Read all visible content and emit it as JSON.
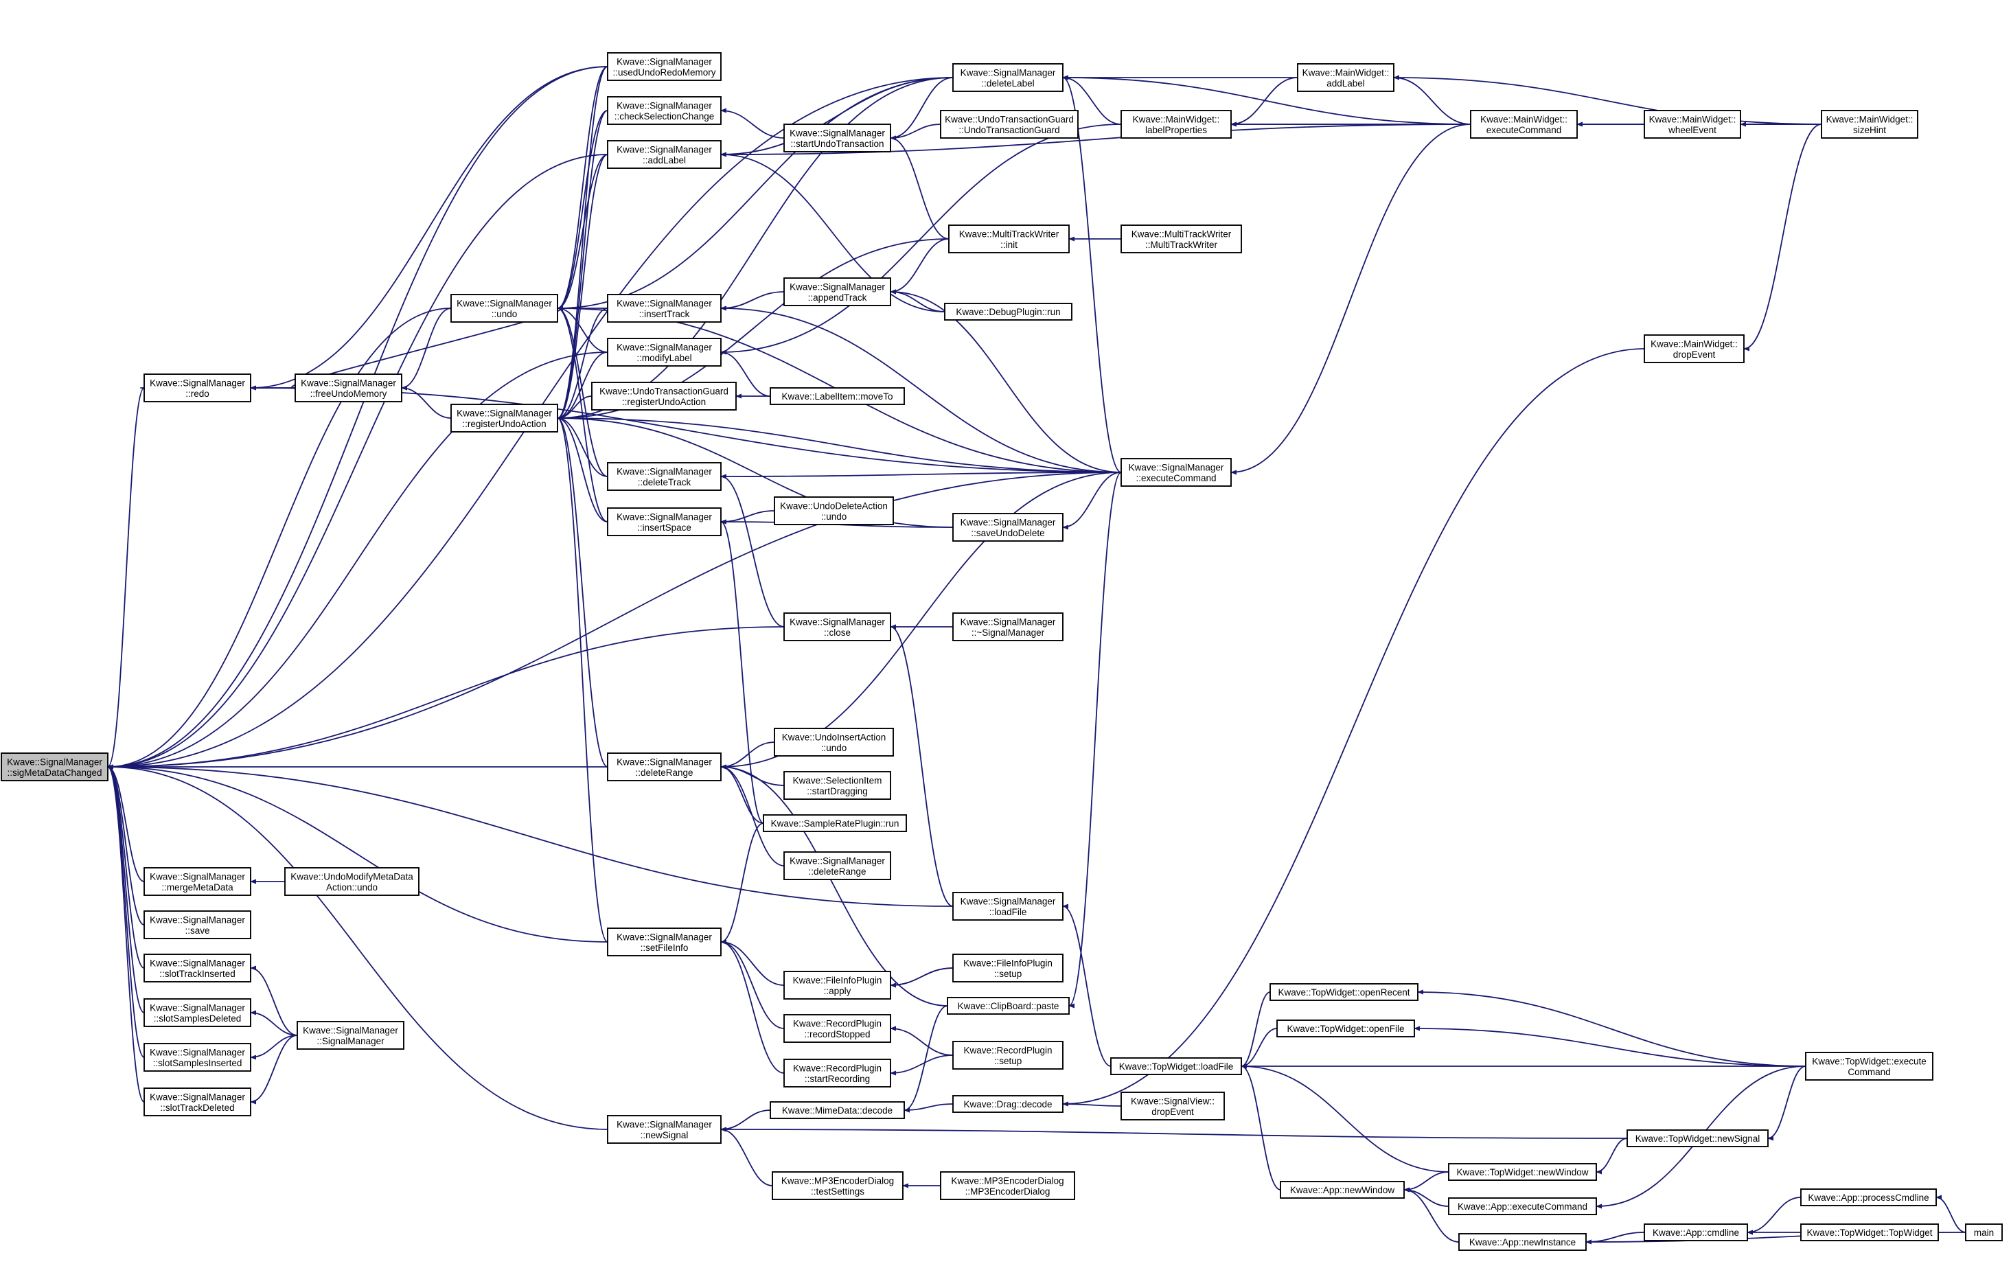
{
  "diagram_type": "doxygen caller graph",
  "root_node": "sigMetaDataChanged",
  "colors": {
    "edge": "#191970",
    "node_border": "#000000",
    "root_fill": "#bfbfbf"
  },
  "nodes": {
    "sigMetaDataChanged": [
      "Kwave::SignalManager",
      "::sigMetaDataChanged"
    ],
    "redo": [
      "Kwave::SignalManager",
      "::redo"
    ],
    "mergeMetaData": [
      "Kwave::SignalManager",
      "::mergeMetaData"
    ],
    "save": [
      "Kwave::SignalManager",
      "::save"
    ],
    "slotTrackInserted": [
      "Kwave::SignalManager",
      "::slotTrackInserted"
    ],
    "slotSamplesDeleted": [
      "Kwave::SignalManager",
      "::slotSamplesDeleted"
    ],
    "slotSamplesInserted": [
      "Kwave::SignalManager",
      "::slotSamplesInserted"
    ],
    "slotTrackDeleted": [
      "Kwave::SignalManager",
      "::slotTrackDeleted"
    ],
    "freeUndoMemory": [
      "Kwave::SignalManager",
      "::freeUndoMemory"
    ],
    "undoModifyMetaData": [
      "Kwave::UndoModifyMetaData",
      "Action::undo"
    ],
    "smCtor": [
      "Kwave::SignalManager",
      "::SignalManager"
    ],
    "undo": [
      "Kwave::SignalManager",
      "::undo"
    ],
    "registerUndoAction": [
      "Kwave::SignalManager",
      "::registerUndoAction"
    ],
    "usedUndoRedoMemory": [
      "Kwave::SignalManager",
      "::usedUndoRedoMemory"
    ],
    "checkSelectionChange": [
      "Kwave::SignalManager",
      "::checkSelectionChange"
    ],
    "addLabel": [
      "Kwave::SignalManager",
      "::addLabel"
    ],
    "insertTrack": [
      "Kwave::SignalManager",
      "::insertTrack"
    ],
    "modifyLabel": [
      "Kwave::SignalManager",
      "::modifyLabel"
    ],
    "utgRegister": [
      "Kwave::UndoTransactionGuard",
      "::registerUndoAction"
    ],
    "deleteTrack": [
      "Kwave::SignalManager",
      "::deleteTrack"
    ],
    "insertSpace": [
      "Kwave::SignalManager",
      "::insertSpace"
    ],
    "deleteRange": [
      "Kwave::SignalManager",
      "::deleteRange"
    ],
    "setFileInfo": [
      "Kwave::SignalManager",
      "::setFileInfo"
    ],
    "newSignal": [
      "Kwave::SignalManager",
      "::newSignal"
    ],
    "startUndoTransaction": [
      "Kwave::SignalManager",
      "::startUndoTransaction"
    ],
    "appendTrack": [
      "Kwave::SignalManager",
      "::appendTrack"
    ],
    "labelItemMoveTo": [
      "Kwave::LabelItem::moveTo"
    ],
    "undoDeleteUndo": [
      "Kwave::UndoDeleteAction",
      "::undo"
    ],
    "close": [
      "Kwave::SignalManager",
      "::close"
    ],
    "undoInsertUndo": [
      "Kwave::UndoInsertAction",
      "::undo"
    ],
    "selStartDragging": [
      "Kwave::SelectionItem",
      "::startDragging"
    ],
    "sampleRateRun": [
      "Kwave::SampleRatePlugin::run"
    ],
    "pluginDeleteRange": [
      "Kwave::SignalManager",
      "::deleteRange"
    ],
    "fileInfoApply": [
      "Kwave::FileInfoPlugin",
      "::apply"
    ],
    "recordStopped": [
      "Kwave::RecordPlugin",
      "::recordStopped"
    ],
    "startRecording": [
      "Kwave::RecordPlugin",
      "::startRecording"
    ],
    "mimeDecode": [
      "Kwave::MimeData::decode"
    ],
    "mp3Test": [
      "Kwave::MP3EncoderDialog",
      "::testSettings"
    ],
    "deleteLabel": [
      "Kwave::SignalManager",
      "::deleteLabel"
    ],
    "utgCtor": [
      "Kwave::UndoTransactionGuard",
      "::UndoTransactionGuard"
    ],
    "mtwInit": [
      "Kwave::MultiTrackWriter",
      "::init"
    ],
    "debugRun": [
      "Kwave::DebugPlugin::run"
    ],
    "saveUndoDelete": [
      "Kwave::SignalManager",
      "::saveUndoDelete"
    ],
    "smDtor": [
      "Kwave::SignalManager",
      "::~SignalManager"
    ],
    "loadFile": [
      "Kwave::SignalManager",
      "::loadFile"
    ],
    "fileInfoSetup": [
      "Kwave::FileInfoPlugin",
      "::setup"
    ],
    "clipPaste": [
      "Kwave::ClipBoard::paste"
    ],
    "recordSetup": [
      "Kwave::RecordPlugin",
      "::setup"
    ],
    "dragDecode": [
      "Kwave::Drag::decode"
    ],
    "mp3Ctor": [
      "Kwave::MP3EncoderDialog",
      "::MP3EncoderDialog"
    ],
    "labelProperties": [
      "Kwave::MainWidget::",
      "labelProperties"
    ],
    "mtwCtor": [
      "Kwave::MultiTrackWriter",
      "::MultiTrackWriter"
    ],
    "smExecute": [
      "Kwave::SignalManager",
      "::executeCommand"
    ],
    "twLoadFile": [
      "Kwave::TopWidget::loadFile"
    ],
    "svDropEvent": [
      "Kwave::SignalView::",
      "dropEvent"
    ],
    "mwAddLabel": [
      "Kwave::MainWidget::",
      "addLabel"
    ],
    "mwExecute": [
      "Kwave::MainWidget::",
      "executeCommand"
    ],
    "twOpenRecent": [
      "Kwave::TopWidget::openRecent"
    ],
    "twOpenFile": [
      "Kwave::TopWidget::openFile"
    ],
    "appNewWindow": [
      "Kwave::App::newWindow"
    ],
    "twNewWindow": [
      "Kwave::TopWidget::newWindow"
    ],
    "appExecute": [
      "Kwave::App::executeCommand"
    ],
    "appNewInstance": [
      "Kwave::App::newInstance"
    ],
    "mwWheel": [
      "Kwave::MainWidget::",
      "wheelEvent"
    ],
    "mwDropEvent": [
      "Kwave::MainWidget::",
      "dropEvent"
    ],
    "twNewSignal": [
      "Kwave::TopWidget::newSignal"
    ],
    "appCmdline": [
      "Kwave::App::cmdline"
    ],
    "mwSizeHint": [
      "Kwave::MainWidget::",
      "sizeHint"
    ],
    "twExecute": [
      "Kwave::TopWidget::execute",
      "Command"
    ],
    "appProcessCmdline": [
      "Kwave::App::processCmdline"
    ],
    "twCtor": [
      "Kwave::TopWidget::TopWidget"
    ],
    "main": [
      "main"
    ]
  },
  "edges": [
    [
      "redo",
      "sigMetaDataChanged"
    ],
    [
      "mergeMetaData",
      "sigMetaDataChanged"
    ],
    [
      "save",
      "sigMetaDataChanged"
    ],
    [
      "slotTrackInserted",
      "sigMetaDataChanged"
    ],
    [
      "slotSamplesDeleted",
      "sigMetaDataChanged"
    ],
    [
      "slotSamplesInserted",
      "sigMetaDataChanged"
    ],
    [
      "slotTrackDeleted",
      "sigMetaDataChanged"
    ],
    [
      "undo",
      "sigMetaDataChanged"
    ],
    [
      "usedUndoRedoMemory",
      "sigMetaDataChanged"
    ],
    [
      "addLabel",
      "sigMetaDataChanged"
    ],
    [
      "modifyLabel",
      "sigMetaDataChanged"
    ],
    [
      "deleteRange",
      "sigMetaDataChanged"
    ],
    [
      "setFileInfo",
      "sigMetaDataChanged"
    ],
    [
      "newSignal",
      "sigMetaDataChanged"
    ],
    [
      "deleteLabel",
      "sigMetaDataChanged"
    ],
    [
      "close",
      "sigMetaDataChanged"
    ],
    [
      "loadFile",
      "sigMetaDataChanged"
    ],
    [
      "smExecute",
      "sigMetaDataChanged"
    ],
    [
      "freeUndoMemory",
      "redo"
    ],
    [
      "usedUndoRedoMemory",
      "redo"
    ],
    [
      "smExecute",
      "redo"
    ],
    [
      "redo",
      "freeUndoMemory"
    ],
    [
      "undo",
      "freeUndoMemory"
    ],
    [
      "registerUndoAction",
      "freeUndoMemory"
    ],
    [
      "undoModifyMetaData",
      "mergeMetaData"
    ],
    [
      "smCtor",
      "slotTrackInserted"
    ],
    [
      "smCtor",
      "slotSamplesDeleted"
    ],
    [
      "smCtor",
      "slotSamplesInserted"
    ],
    [
      "smCtor",
      "slotTrackDeleted"
    ],
    [
      "freeUndoMemory",
      "undo"
    ],
    [
      "smExecute",
      "undo"
    ],
    [
      "usedUndoRedoMemory",
      "undo"
    ],
    [
      "checkSelectionChange",
      "undo"
    ],
    [
      "addLabel",
      "undo"
    ],
    [
      "insertTrack",
      "undo"
    ],
    [
      "modifyLabel",
      "undo"
    ],
    [
      "deleteTrack",
      "undo"
    ],
    [
      "insertSpace",
      "undo"
    ],
    [
      "deleteLabel",
      "undo"
    ],
    [
      "usedUndoRedoMemory",
      "registerUndoAction"
    ],
    [
      "checkSelectionChange",
      "registerUndoAction"
    ],
    [
      "addLabel",
      "registerUndoAction"
    ],
    [
      "insertTrack",
      "registerUndoAction"
    ],
    [
      "modifyLabel",
      "registerUndoAction"
    ],
    [
      "utgRegister",
      "registerUndoAction"
    ],
    [
      "deleteTrack",
      "registerUndoAction"
    ],
    [
      "insertSpace",
      "registerUndoAction"
    ],
    [
      "deleteRange",
      "registerUndoAction"
    ],
    [
      "setFileInfo",
      "registerUndoAction"
    ],
    [
      "deleteLabel",
      "registerUndoAction"
    ],
    [
      "mtwInit",
      "registerUndoAction"
    ],
    [
      "saveUndoDelete",
      "registerUndoAction"
    ],
    [
      "smExecute",
      "registerUndoAction"
    ],
    [
      "startUndoTransaction",
      "checkSelectionChange"
    ],
    [
      "deleteLabel",
      "addLabel"
    ],
    [
      "mwExecute",
      "addLabel"
    ],
    [
      "debugRun",
      "addLabel"
    ],
    [
      "appendTrack",
      "insertTrack"
    ],
    [
      "smExecute",
      "insertTrack"
    ],
    [
      "labelItemMoveTo",
      "modifyLabel"
    ],
    [
      "labelProperties",
      "modifyLabel"
    ],
    [
      "labelItemMoveTo",
      "utgRegister"
    ],
    [
      "smExecute",
      "deleteTrack"
    ],
    [
      "close",
      "deleteTrack"
    ],
    [
      "undoDeleteUndo",
      "insertSpace"
    ],
    [
      "saveUndoDelete",
      "insertSpace"
    ],
    [
      "sampleRateRun",
      "insertSpace"
    ],
    [
      "undoInsertUndo",
      "deleteRange"
    ],
    [
      "selStartDragging",
      "deleteRange"
    ],
    [
      "sampleRateRun",
      "deleteRange"
    ],
    [
      "pluginDeleteRange",
      "deleteRange"
    ],
    [
      "clipPaste",
      "deleteRange"
    ],
    [
      "smExecute",
      "deleteRange"
    ],
    [
      "fileInfoApply",
      "setFileInfo"
    ],
    [
      "recordStopped",
      "setFileInfo"
    ],
    [
      "startRecording",
      "setFileInfo"
    ],
    [
      "sampleRateRun",
      "setFileInfo"
    ],
    [
      "mimeDecode",
      "newSignal"
    ],
    [
      "mp3Test",
      "newSignal"
    ],
    [
      "twNewSignal",
      "newSignal"
    ],
    [
      "deleteLabel",
      "startUndoTransaction"
    ],
    [
      "utgCtor",
      "startUndoTransaction"
    ],
    [
      "mtwInit",
      "startUndoTransaction"
    ],
    [
      "mtwInit",
      "appendTrack"
    ],
    [
      "debugRun",
      "appendTrack"
    ],
    [
      "smExecute",
      "appendTrack"
    ],
    [
      "smDtor",
      "close"
    ],
    [
      "loadFile",
      "close"
    ],
    [
      "fileInfoSetup",
      "fileInfoApply"
    ],
    [
      "recordSetup",
      "recordStopped"
    ],
    [
      "recordSetup",
      "startRecording"
    ],
    [
      "dragDecode",
      "mimeDecode"
    ],
    [
      "clipPaste",
      "mimeDecode"
    ],
    [
      "mp3Ctor",
      "mp3Test"
    ],
    [
      "mwAddLabel",
      "deleteLabel"
    ],
    [
      "labelProperties",
      "deleteLabel"
    ],
    [
      "mwExecute",
      "deleteLabel"
    ],
    [
      "smExecute",
      "deleteLabel"
    ],
    [
      "mtwCtor",
      "mtwInit"
    ],
    [
      "smExecute",
      "saveUndoDelete"
    ],
    [
      "twLoadFile",
      "loadFile"
    ],
    [
      "fileInfoSetup",
      "fileInfoApply"
    ],
    [
      "smExecute",
      "clipPaste"
    ],
    [
      "svDropEvent",
      "dragDecode"
    ],
    [
      "mwDropEvent",
      "dragDecode"
    ],
    [
      "mwAddLabel",
      "labelProperties"
    ],
    [
      "mwExecute",
      "labelProperties"
    ],
    [
      "mwSizeHint",
      "labelProperties"
    ],
    [
      "mwExecute",
      "smExecute"
    ],
    [
      "twOpenRecent",
      "twLoadFile"
    ],
    [
      "twOpenFile",
      "twLoadFile"
    ],
    [
      "twExecute",
      "twLoadFile"
    ],
    [
      "appNewWindow",
      "twLoadFile"
    ],
    [
      "twNewWindow",
      "twLoadFile"
    ],
    [
      "mwExecute",
      "mwAddLabel"
    ],
    [
      "mwSizeHint",
      "mwAddLabel"
    ],
    [
      "mwWheel",
      "mwExecute"
    ],
    [
      "mwSizeHint",
      "mwExecute"
    ],
    [
      "twExecute",
      "twOpenRecent"
    ],
    [
      "twExecute",
      "twOpenFile"
    ],
    [
      "twNewWindow",
      "appNewWindow"
    ],
    [
      "appExecute",
      "appNewWindow"
    ],
    [
      "appNewInstance",
      "appNewWindow"
    ],
    [
      "twNewSignal",
      "twNewWindow"
    ],
    [
      "twExecute",
      "appExecute"
    ],
    [
      "appCmdline",
      "appNewInstance"
    ],
    [
      "main",
      "appNewInstance"
    ],
    [
      "mwSizeHint",
      "mwWheel"
    ],
    [
      "mwSizeHint",
      "mwDropEvent"
    ],
    [
      "twExecute",
      "twNewSignal"
    ],
    [
      "appProcessCmdline",
      "appCmdline"
    ],
    [
      "twCtor",
      "appCmdline"
    ],
    [
      "main",
      "appProcessCmdline"
    ]
  ]
}
